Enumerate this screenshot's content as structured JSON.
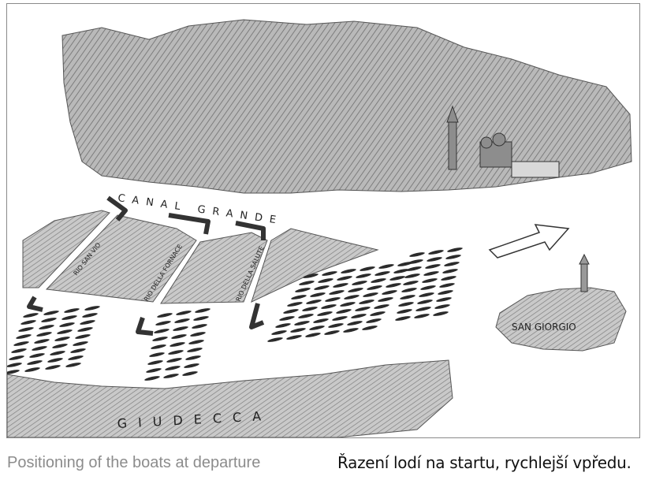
{
  "illustration": {
    "labels": {
      "canal_grande": "CANAL GRANDE",
      "san_giorgio": "SAN GIORGIO",
      "giudecca": "GIUDECCA",
      "rio_1": "RIO SAN VIO",
      "rio_2": "RIO DELLA FORNACE",
      "rio_3": "RIO DELLA SALUTE"
    },
    "colors": {
      "land": "#9c9c9c",
      "land_light": "#c4c4c4",
      "water": "#ffffff",
      "boat": "#2b2b2b",
      "arrow": "#3a3a3a"
    }
  },
  "captions": {
    "english": "Positioning of the boats at departure",
    "czech": "Řazení lodí na startu, rychlejší vpředu."
  }
}
